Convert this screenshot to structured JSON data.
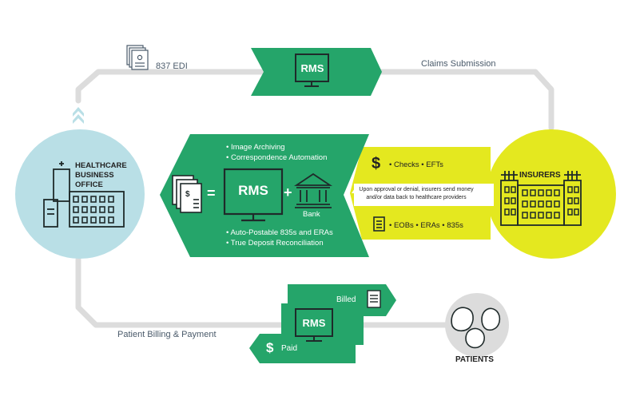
{
  "colors": {
    "green": "#25a56a",
    "dark_green": "#1d8e5a",
    "yellow": "#e4e81f",
    "light_blue": "#b9dfe6",
    "gray_path": "#dcdcdc",
    "gray_circle": "#dcdcdc",
    "icon_dark": "#1f2a2a"
  },
  "labels": {
    "edi": "837 EDI",
    "claims": "Claims Submission",
    "billing_payment": "Patient Billing & Payment",
    "rms_top": "RMS",
    "rms_center": "RMS",
    "rms_bottom": "RMS",
    "equals": "=",
    "plus": "+",
    "bank": "Bank",
    "billed": "Billed",
    "paid": "Paid",
    "dollar_paid": "$",
    "dollar_checks": "$",
    "dollar_doc": "$"
  },
  "healthcare": {
    "line1": "HEALTHCARE",
    "line2": "BUSINESS",
    "line3": "OFFICE"
  },
  "insurers": {
    "title": "INSURERS"
  },
  "patients": {
    "title": "PATIENTS"
  },
  "features_top": {
    "item1": "• Image Archiving",
    "item2": "• Correspondence Automation"
  },
  "features_bottom": {
    "item1": "• Auto-Postable 835s and ERAs",
    "item2": "• True Deposit Reconciliation"
  },
  "insurer_flow": {
    "checks": "• Checks • EFTs",
    "note_line1": "Upon approval or denial, insurers send money",
    "note_line2": "and/or data back to healthcare providers",
    "eobs": "• EOBs • ERAs • 835s"
  },
  "icons": [
    "document-icon",
    "monitor-icon",
    "bank-icon",
    "building-icon",
    "patients-icon",
    "double-chevron-up-icon",
    "billed-document-icon",
    "dollar-icon"
  ]
}
